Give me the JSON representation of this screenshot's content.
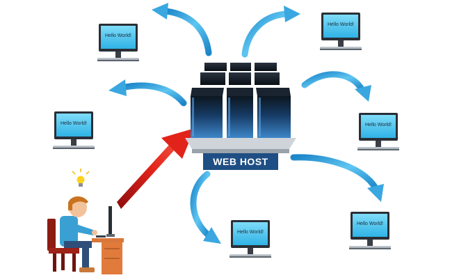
{
  "host": {
    "label": "WEB HOST"
  },
  "clients": [
    {
      "screen_text": "Hello World!"
    },
    {
      "screen_text": "Hello World!"
    },
    {
      "screen_text": "Hello World!"
    },
    {
      "screen_text": "Hello World!"
    },
    {
      "screen_text": "Hello World!"
    },
    {
      "screen_text": "Hello World!"
    }
  ],
  "colors": {
    "arrow_blue": "#3aa7e0",
    "upload_arrow": "#d61f1f",
    "server_dark": "#0d1520",
    "server_blue": "#2b6aa8",
    "badge_bg": "#1e4e83",
    "screen_bg": "#3bc4ef"
  },
  "icons": [
    "developer-figure",
    "lightbulb-icon",
    "server-rack-icon",
    "monitor-icon",
    "curved-arrow-icon",
    "upload-arrow-icon"
  ]
}
